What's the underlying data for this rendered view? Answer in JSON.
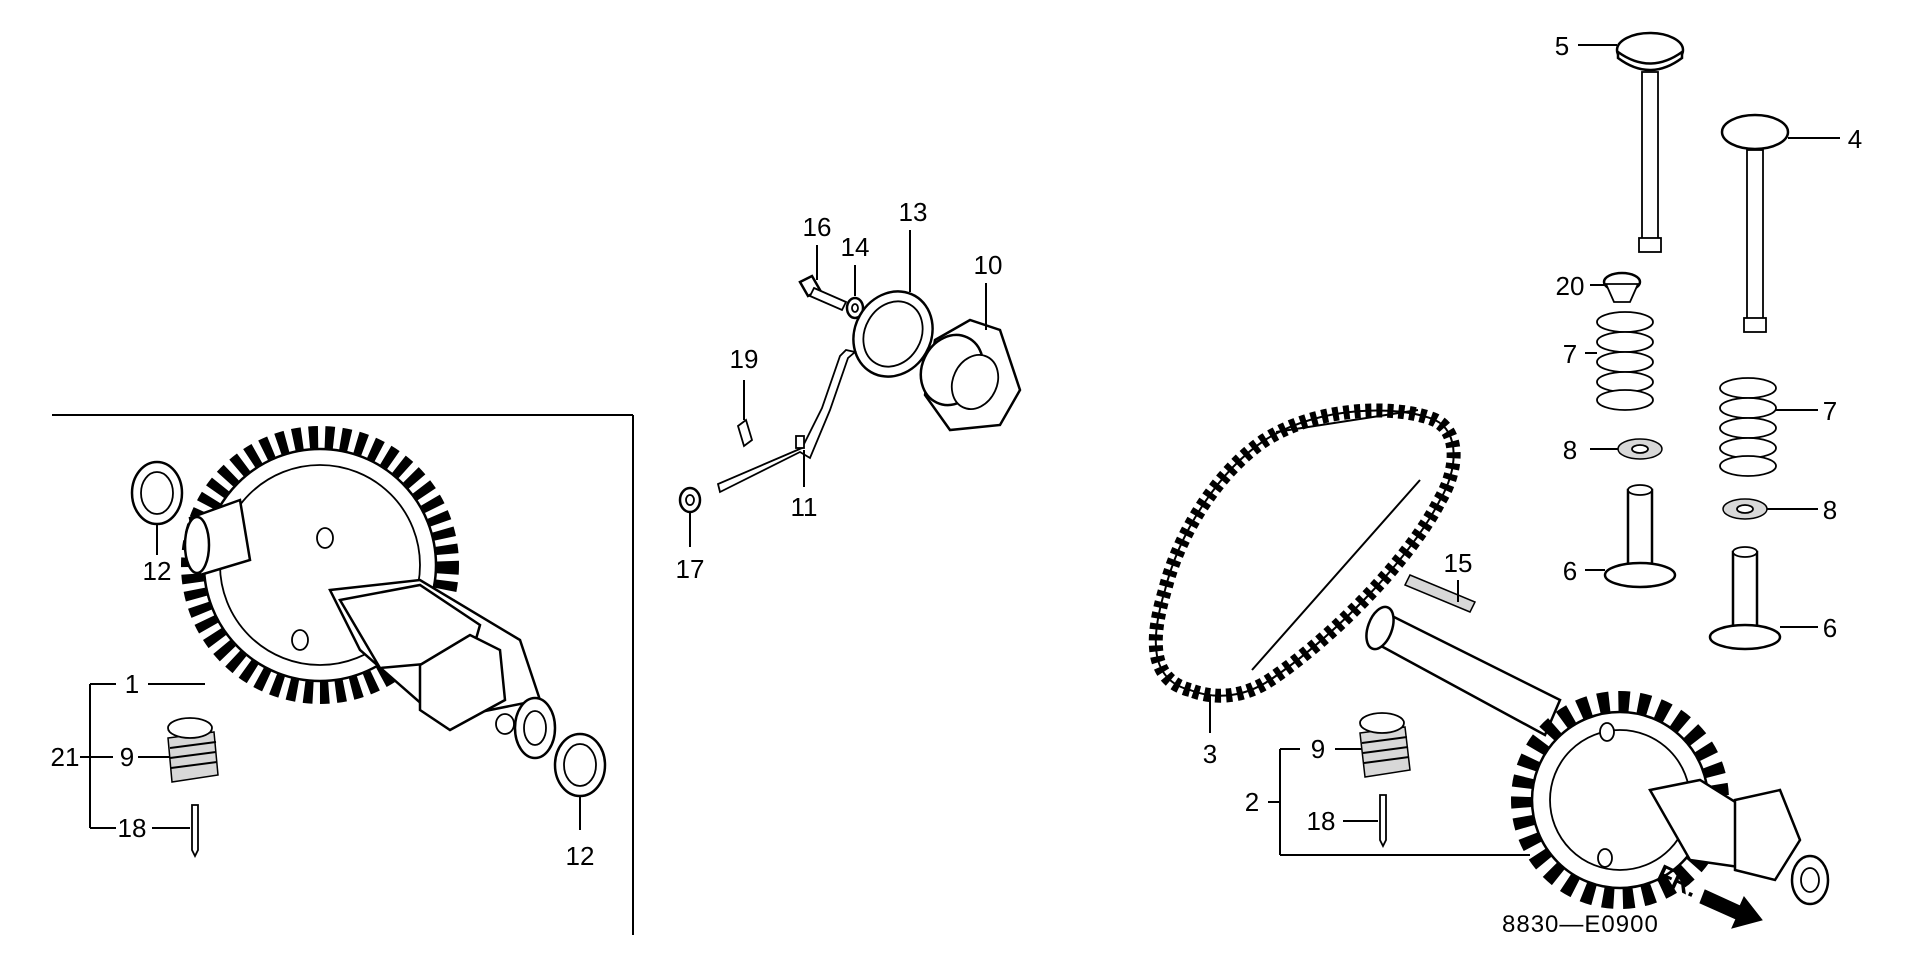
{
  "diagram": {
    "callouts": {
      "c1": "1",
      "c2": "2",
      "c3": "3",
      "c4": "4",
      "c5": "5",
      "c6a": "6",
      "c6b": "6",
      "c7a": "7",
      "c7b": "7",
      "c8a": "8",
      "c8b": "8",
      "c9a": "9",
      "c9b": "9",
      "c10": "10",
      "c11": "11",
      "c12a": "12",
      "c12b": "12",
      "c13": "13",
      "c14": "14",
      "c15": "15",
      "c16": "16",
      "c17": "17",
      "c18a": "18",
      "c18b": "18",
      "c19": "19",
      "c20": "20",
      "c21": "21"
    },
    "front_label": "FR.",
    "ref_code": "8830—E0900"
  }
}
